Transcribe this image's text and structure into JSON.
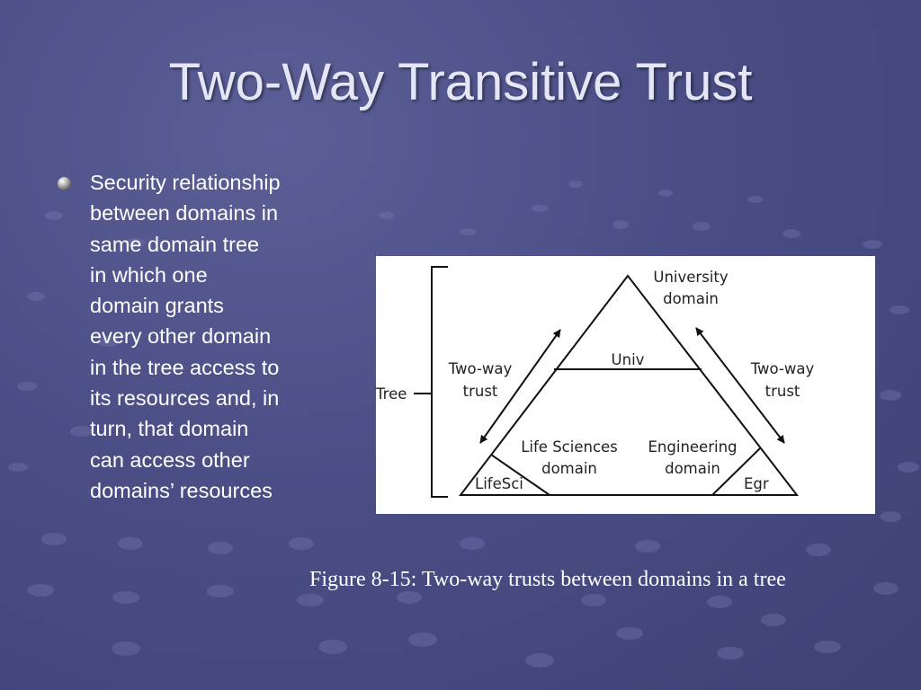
{
  "slide": {
    "title": "Two-Way Transitive Trust",
    "bullet": "Security relationship\nbetween domains in\nsame domain tree\nin which one\ndomain grants\nevery other domain\nin the tree access to\nits resources and, in\nturn, that domain\ncan access other\ndomains’ resources",
    "caption": "Figure 8-15: Two-way trusts between domains in a tree"
  },
  "figure": {
    "tree_label": "Tree",
    "top_domain": {
      "line1": "University",
      "line2": "domain",
      "box": "Univ"
    },
    "left_domain": {
      "line1": "Life Sciences",
      "line2": "domain",
      "box": "LifeSci"
    },
    "right_domain": {
      "line1": "Engineering",
      "line2": "domain",
      "box": "Egr"
    },
    "left_trust": {
      "line1": "Two-way",
      "line2": "trust"
    },
    "right_trust": {
      "line1": "Two-way",
      "line2": "trust"
    }
  },
  "colors": {
    "background": "#4a4e85",
    "title_text": "#e4e6f6",
    "diagram_stroke": "#111111"
  }
}
